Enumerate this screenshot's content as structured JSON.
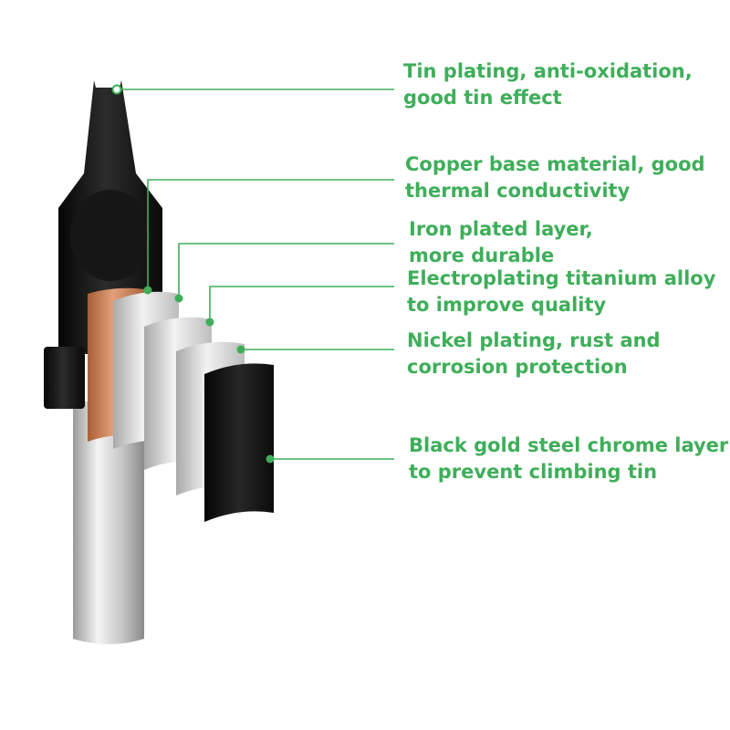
{
  "colors": {
    "accent": "#3fae5a",
    "tip_black": "#111111",
    "copper": "#c07a4e",
    "silver": "#d0d0d0",
    "black_layer": "#141414"
  },
  "labels": [
    {
      "id": "tin",
      "lines": [
        "Tin plating, anti-oxidation,",
        "good tin effect"
      ]
    },
    {
      "id": "copper",
      "lines": [
        "Copper base material, good",
        "thermal conductivity"
      ]
    },
    {
      "id": "iron",
      "lines": [
        "Iron plated layer,",
        "more durable"
      ]
    },
    {
      "id": "titanium",
      "lines": [
        "Electroplating titanium alloy",
        "to improve quality"
      ]
    },
    {
      "id": "nickel",
      "lines": [
        "Nickel plating, rust and",
        "corrosion protection"
      ]
    },
    {
      "id": "chrome",
      "lines": [
        "Black gold steel chrome layer",
        "to prevent climbing tin"
      ]
    }
  ]
}
